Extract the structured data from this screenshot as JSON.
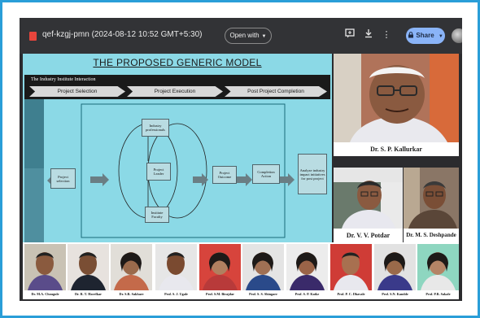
{
  "viewer": {
    "file_title": "qef-kzgj-pmn (2024-08-12 10:52 GMT+5:30)",
    "open_with_label": "Open with",
    "share_label": "Share",
    "icons": [
      "comment-add-icon",
      "download-icon",
      "more-vert-icon",
      "lock-icon",
      "dropdown-caret-icon",
      "account-avatar"
    ]
  },
  "slide": {
    "title": "THE PROPOSED GENERIC MODEL",
    "bar_title": "The Industry Institute Interaction",
    "phases": [
      "Project Selection",
      "Project Execution",
      "Post Project Completion"
    ],
    "boxes": {
      "project_selection": "Project selection",
      "industry_professionals": "Industry professionals",
      "project_leader": "Project Leader",
      "institute_faculty": "Institute Faculty",
      "project_outcome": "Project Outcome",
      "completion_action": "Completion Action",
      "analyze_impact": "Analyze industry impact initiatives for post project"
    }
  },
  "video_tiles": [
    {
      "name": "Dr. S. P. Kallurkar",
      "bg": "#b0735a"
    },
    {
      "name": "Dr. V. V. Potdar",
      "bg": "#6a7a6c"
    },
    {
      "name": "Dr. M. S. Deshpande",
      "bg": "#8a7666"
    }
  ],
  "participants": [
    {
      "name": "Dr. M.A. Chougule",
      "bg": "#c9c2b4",
      "skin": "#8a5a3e",
      "shirt": "#5a4c8a"
    },
    {
      "name": "Dr. R. T. Havelkar",
      "bg": "#e7e2de",
      "skin": "#7a4e34",
      "shirt": "#1e2430"
    },
    {
      "name": "Dr. S.R. Sakhare",
      "bg": "#e1ded8",
      "skin": "#9a6a4c",
      "shirt": "#c46a4a"
    },
    {
      "name": "Prof. S. J. Ugale",
      "bg": "#e6e6e6",
      "skin": "#7a4a30",
      "shirt": "#e8e8ee"
    },
    {
      "name": "Prof. S.M. Birajdar",
      "bg": "#d7443c",
      "skin": "#b08060",
      "shirt": "#b83a3a"
    },
    {
      "name": "Prof. S. S. Shingare",
      "bg": "#e4e4e4",
      "skin": "#a07054",
      "shirt": "#2a4a8a"
    },
    {
      "name": "Prof. S. P. Katke",
      "bg": "#ececec",
      "skin": "#9a6448",
      "shirt": "#3a2a6a"
    },
    {
      "name": "Prof. P. C. Dhavale",
      "bg": "#cf3c36",
      "skin": "#a87050",
      "shirt": "#e8e8ee"
    },
    {
      "name": "Prof. S.N. Kamble",
      "bg": "#e2e2e2",
      "skin": "#9a6a4a",
      "shirt": "#3a3a8a"
    },
    {
      "name": "Prof. P.R. Sakale",
      "bg": "#8ed6c0",
      "skin": "#b48466",
      "shirt": "#e8e8e8"
    }
  ]
}
